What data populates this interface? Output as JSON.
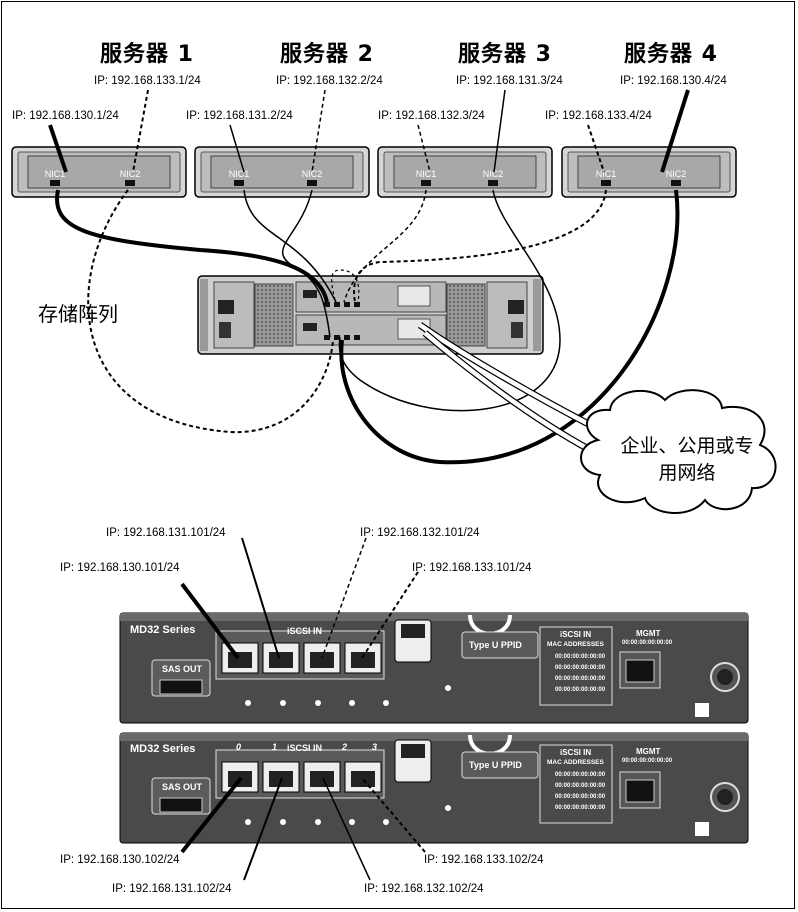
{
  "servers": [
    {
      "title": "服务器 1",
      "ip_top": "IP: 192.168.133.1/24",
      "ip_left": "IP: 192.168.130.1/24"
    },
    {
      "title": "服务器 2",
      "ip_top": "IP: 192.168.132.2/24",
      "ip_left": "IP: 192.168.131.2/24"
    },
    {
      "title": "服务器 3",
      "ip_top": "IP: 192.168.131.3/24",
      "ip_left": "IP: 192.168.132.3/24"
    },
    {
      "title": "服务器 4",
      "ip_top": "IP: 192.168.130.4/24",
      "ip_left": "IP: 192.168.133.4/24"
    }
  ],
  "nic_labels": [
    "NIC1",
    "NIC2"
  ],
  "storage_label": "存储阵列",
  "cloud_label_line1": "企业、公用或专",
  "cloud_label_line2": "用网络",
  "controller_ips_top": [
    "IP: 192.168.131.101/24",
    "IP: 192.168.132.101/24",
    "IP: 192.168.130.101/24",
    "IP: 192.168.133.101/24"
  ],
  "controller_ips_bottom": [
    "IP: 192.168.130.102/24",
    "IP: 192.168.133.102/24",
    "IP: 192.168.131.102/24",
    "IP: 192.168.132.102/24"
  ],
  "panel": {
    "series": "MD32 Series",
    "iscsi_in": "iSCSI IN",
    "port_numbers": [
      "0",
      "1",
      "2",
      "3"
    ],
    "sas_out": "SAS OUT",
    "ppid": "Type U PPID",
    "mac_title": "iSCSI IN",
    "mac_header": "MAC ADDRESSES",
    "mac_rows": [
      "00:00:00:00:00:00",
      "00:00:00:00:00:00",
      "00:00:00:00:00:00",
      "00:00:00:00:00:00"
    ],
    "mgmt": "MGMT",
    "mgmt_mac": "00:00:00:00:00:00"
  },
  "colors": {
    "line": "#000000",
    "panel": "#4a4a4a",
    "server_fill": "#cfcfcf",
    "cloud_cable": "#d0d0d0"
  }
}
